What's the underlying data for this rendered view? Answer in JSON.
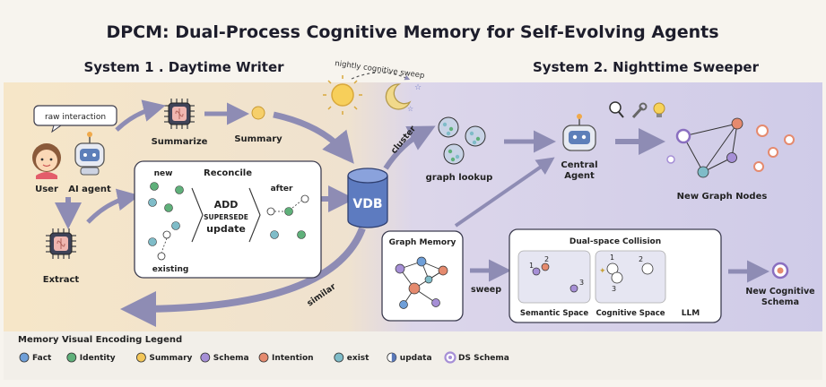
{
  "title": "DPCM: Dual-Process Cognitive Memory for Self-Evolving Agents",
  "system1": {
    "title": "System 1 . Daytime Writer"
  },
  "system2": {
    "title": "System 2. Nighttime Sweeper"
  },
  "sky": {
    "label": "nightly cognitive sweep"
  },
  "actors": {
    "raw_interaction": "raw interaction",
    "user": "User",
    "agent": "AI agent"
  },
  "labels": {
    "summarize": "Summarize",
    "summary": "Summary",
    "extract": "Extract",
    "vdb": "VDB",
    "cluster": "cluster",
    "similar": "similar",
    "graph_lookup": "graph lookup",
    "central_agent": "Central\nAgent",
    "new_graph_nodes": "New Graph Nodes",
    "graph_memory": "Graph Memory",
    "sweep": "sweep",
    "new_schema": "New Cognitive\nSchema"
  },
  "reconcile": {
    "title": "Reconcile",
    "new": "new",
    "after": "after",
    "existing": "existing",
    "ops": [
      "ADD",
      "SUPERSEDE",
      "update"
    ]
  },
  "collision": {
    "title": "Dual-space Collision",
    "semantic": "Semantic Space",
    "cognitive": "Cognitive Space",
    "llm": "LLM",
    "n1": "1",
    "n2": "2",
    "n3": "3"
  },
  "legend": {
    "title": "Memory Visual Encoding Legend",
    "items": [
      {
        "label": "Fact",
        "color": "#6f9fd8",
        "style": "fill"
      },
      {
        "label": "Identity",
        "color": "#5fb07a",
        "style": "fill"
      },
      {
        "label": "Summary",
        "color": "#f3c658",
        "style": "fill"
      },
      {
        "label": "Schema",
        "color": "#a68fd6",
        "style": "fill"
      },
      {
        "label": "Intention",
        "color": "#e58a6e",
        "style": "fill"
      },
      {
        "label": "exist",
        "color": "#7fbcc8",
        "style": "fill"
      },
      {
        "label": "updata",
        "color": "#5a78b8",
        "style": "half"
      },
      {
        "label": "DS Schema",
        "color": "#a68fd6",
        "style": "ring"
      }
    ]
  }
}
